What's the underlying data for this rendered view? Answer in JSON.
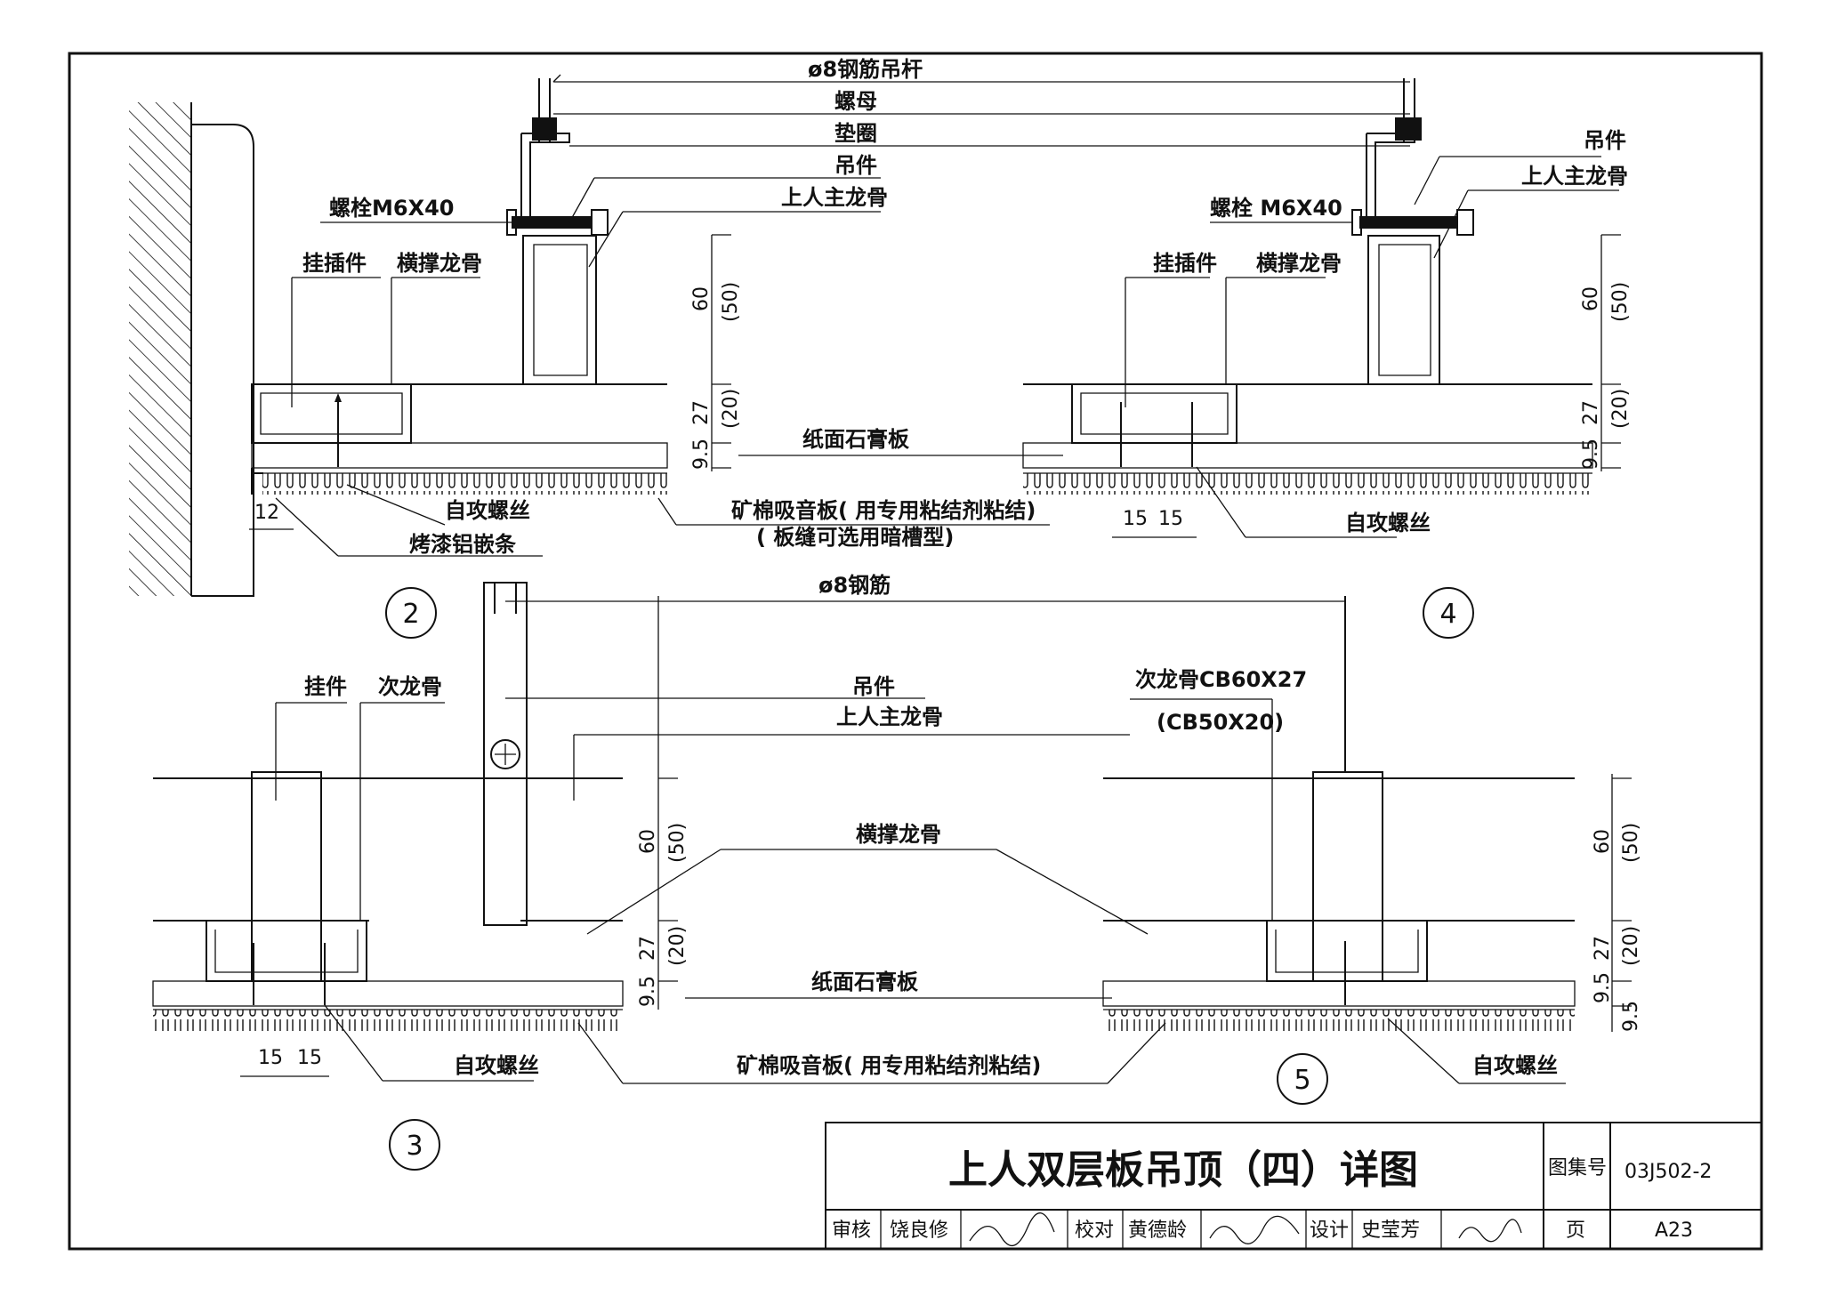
{
  "labels": {
    "rebar_rod": "ø8钢筋吊杆",
    "nut": "螺母",
    "washer": "垫圈",
    "hanger_part": "吊件",
    "main_keel_walkable": "上人主龙骨",
    "bolt": "螺栓M6X40",
    "bolt_right": "螺栓 M6X40",
    "clip_part": "挂插件",
    "cross_keel": "横撑龙骨",
    "gypsum_board": "纸面石膏板",
    "mineral_wool_board": "矿棉吸音板( 用专用粘结剂粘结)",
    "joint_note": "( 板缝可选用暗槽型)",
    "self_tap_screw": "自攻螺丝",
    "aluminum_strip": "烤漆铝嵌条",
    "rebar": "ø8钢筋",
    "hanger_clip": "挂件",
    "secondary_keel": "次龙骨",
    "secondary_keel_spec": "次龙骨CB60X27",
    "secondary_keel_alt": "(CB50X20)"
  },
  "dimensions": {
    "h60": "60",
    "h50": "(50)",
    "h27": "27",
    "h20": "(20)",
    "h95": "9.5",
    "w12": "12",
    "w15": "15"
  },
  "details": [
    "2",
    "3",
    "4",
    "5"
  ],
  "title_block": {
    "title": "上人双层板吊顶（四）详图",
    "atlas_label": "图集号",
    "atlas_no": "03J502-2",
    "page_label": "页",
    "page_no": "A23",
    "review_label": "审核",
    "reviewer": "饶良修",
    "check_label": "校对",
    "checker": "黄德龄",
    "design_label": "设计",
    "designer": "史莹芳"
  }
}
